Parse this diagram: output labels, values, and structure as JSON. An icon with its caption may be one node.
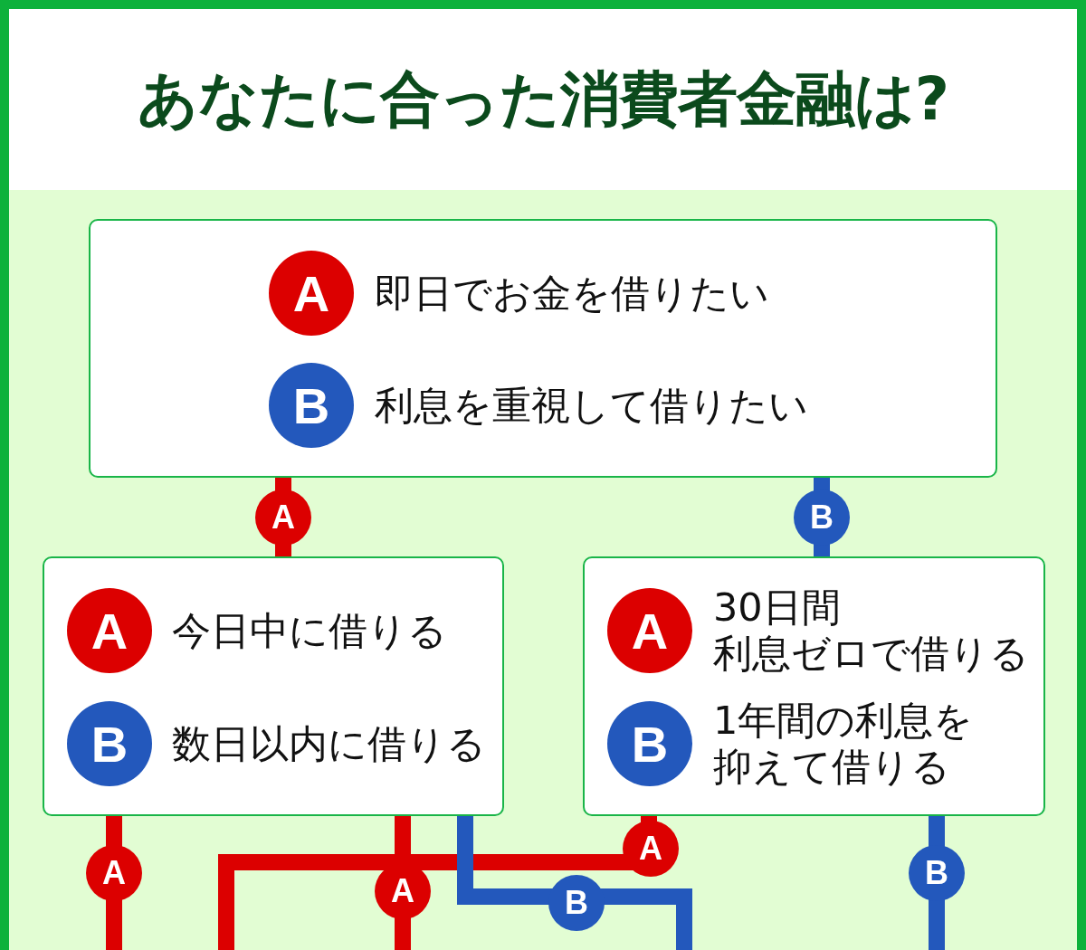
{
  "diagram": {
    "title": "あなたに合った消費者金融は?",
    "nodes": [
      {
        "text": [
          "即日でお金を借りたい",
          "利息を重視して借りたい"
        ]
      },
      {
        "text": [
          "A"
        ],
        "in": 0
      },
      {
        "text": [
          "B"
        ],
        "in": 0
      },
      {
        "text": [
          "今日中に借りる",
          "数日以内に借りる"
        ]
      },
      {
        "text": [
          "A"
        ],
        "in": 3
      },
      {
        "text": [
          "B"
        ],
        "in": 3
      },
      {
        "text": [
          "30日間利息ゼロで借りる",
          "1年間の利息を抑えて借りる"
        ]
      },
      {
        "text": [
          "A"
        ],
        "in": 6
      },
      {
        "text": [
          "B"
        ],
        "in": 6
      }
    ],
    "edges": [
      {
        "from": 0,
        "to": 3,
        "arrow": "none",
        "label": "A"
      },
      {
        "from": 0,
        "to": 6,
        "arrow": "none",
        "label": "B",
        "color": "#2358bc"
      },
      {
        "from": 3,
        "to": null,
        "arrow": "none",
        "label": "A"
      },
      {
        "from": 3,
        "to": null,
        "arrow": "none",
        "label": "A"
      },
      {
        "from": 6,
        "to": null,
        "arrow": "none",
        "label": "A"
      },
      {
        "from": 3,
        "to": null,
        "arrow": "none",
        "label": "B",
        "color": "#2358bc"
      },
      {
        "from": 6,
        "to": null,
        "arrow": "none",
        "label": "B",
        "color": "#2358bc"
      }
    ]
  }
}
